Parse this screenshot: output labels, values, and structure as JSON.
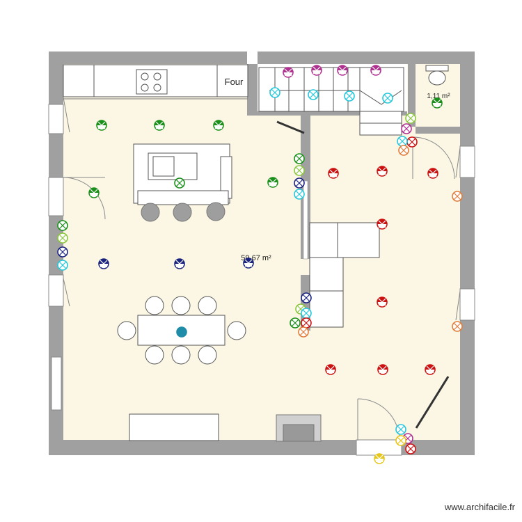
{
  "plan": {
    "colors": {
      "floor": "#fbf7e4",
      "wall": "#a0a0a0",
      "furniture_stroke": "#555555",
      "outlet_green": "#1a8f1a",
      "outlet_light_green": "#8cc63f",
      "outlet_blue": "#1a237e",
      "outlet_cyan": "#26c6da",
      "outlet_red": "#cc1111",
      "outlet_magenta": "#b03090",
      "outlet_orange": "#e07b39",
      "outlet_yellow": "#e6c619",
      "outlet_teal": "#1f8ca8"
    },
    "labels": {
      "oven": "Four",
      "main_area": "59,67 m²",
      "wc_area": "1,11 m²"
    },
    "watermark": "www.archifacile.fr"
  }
}
